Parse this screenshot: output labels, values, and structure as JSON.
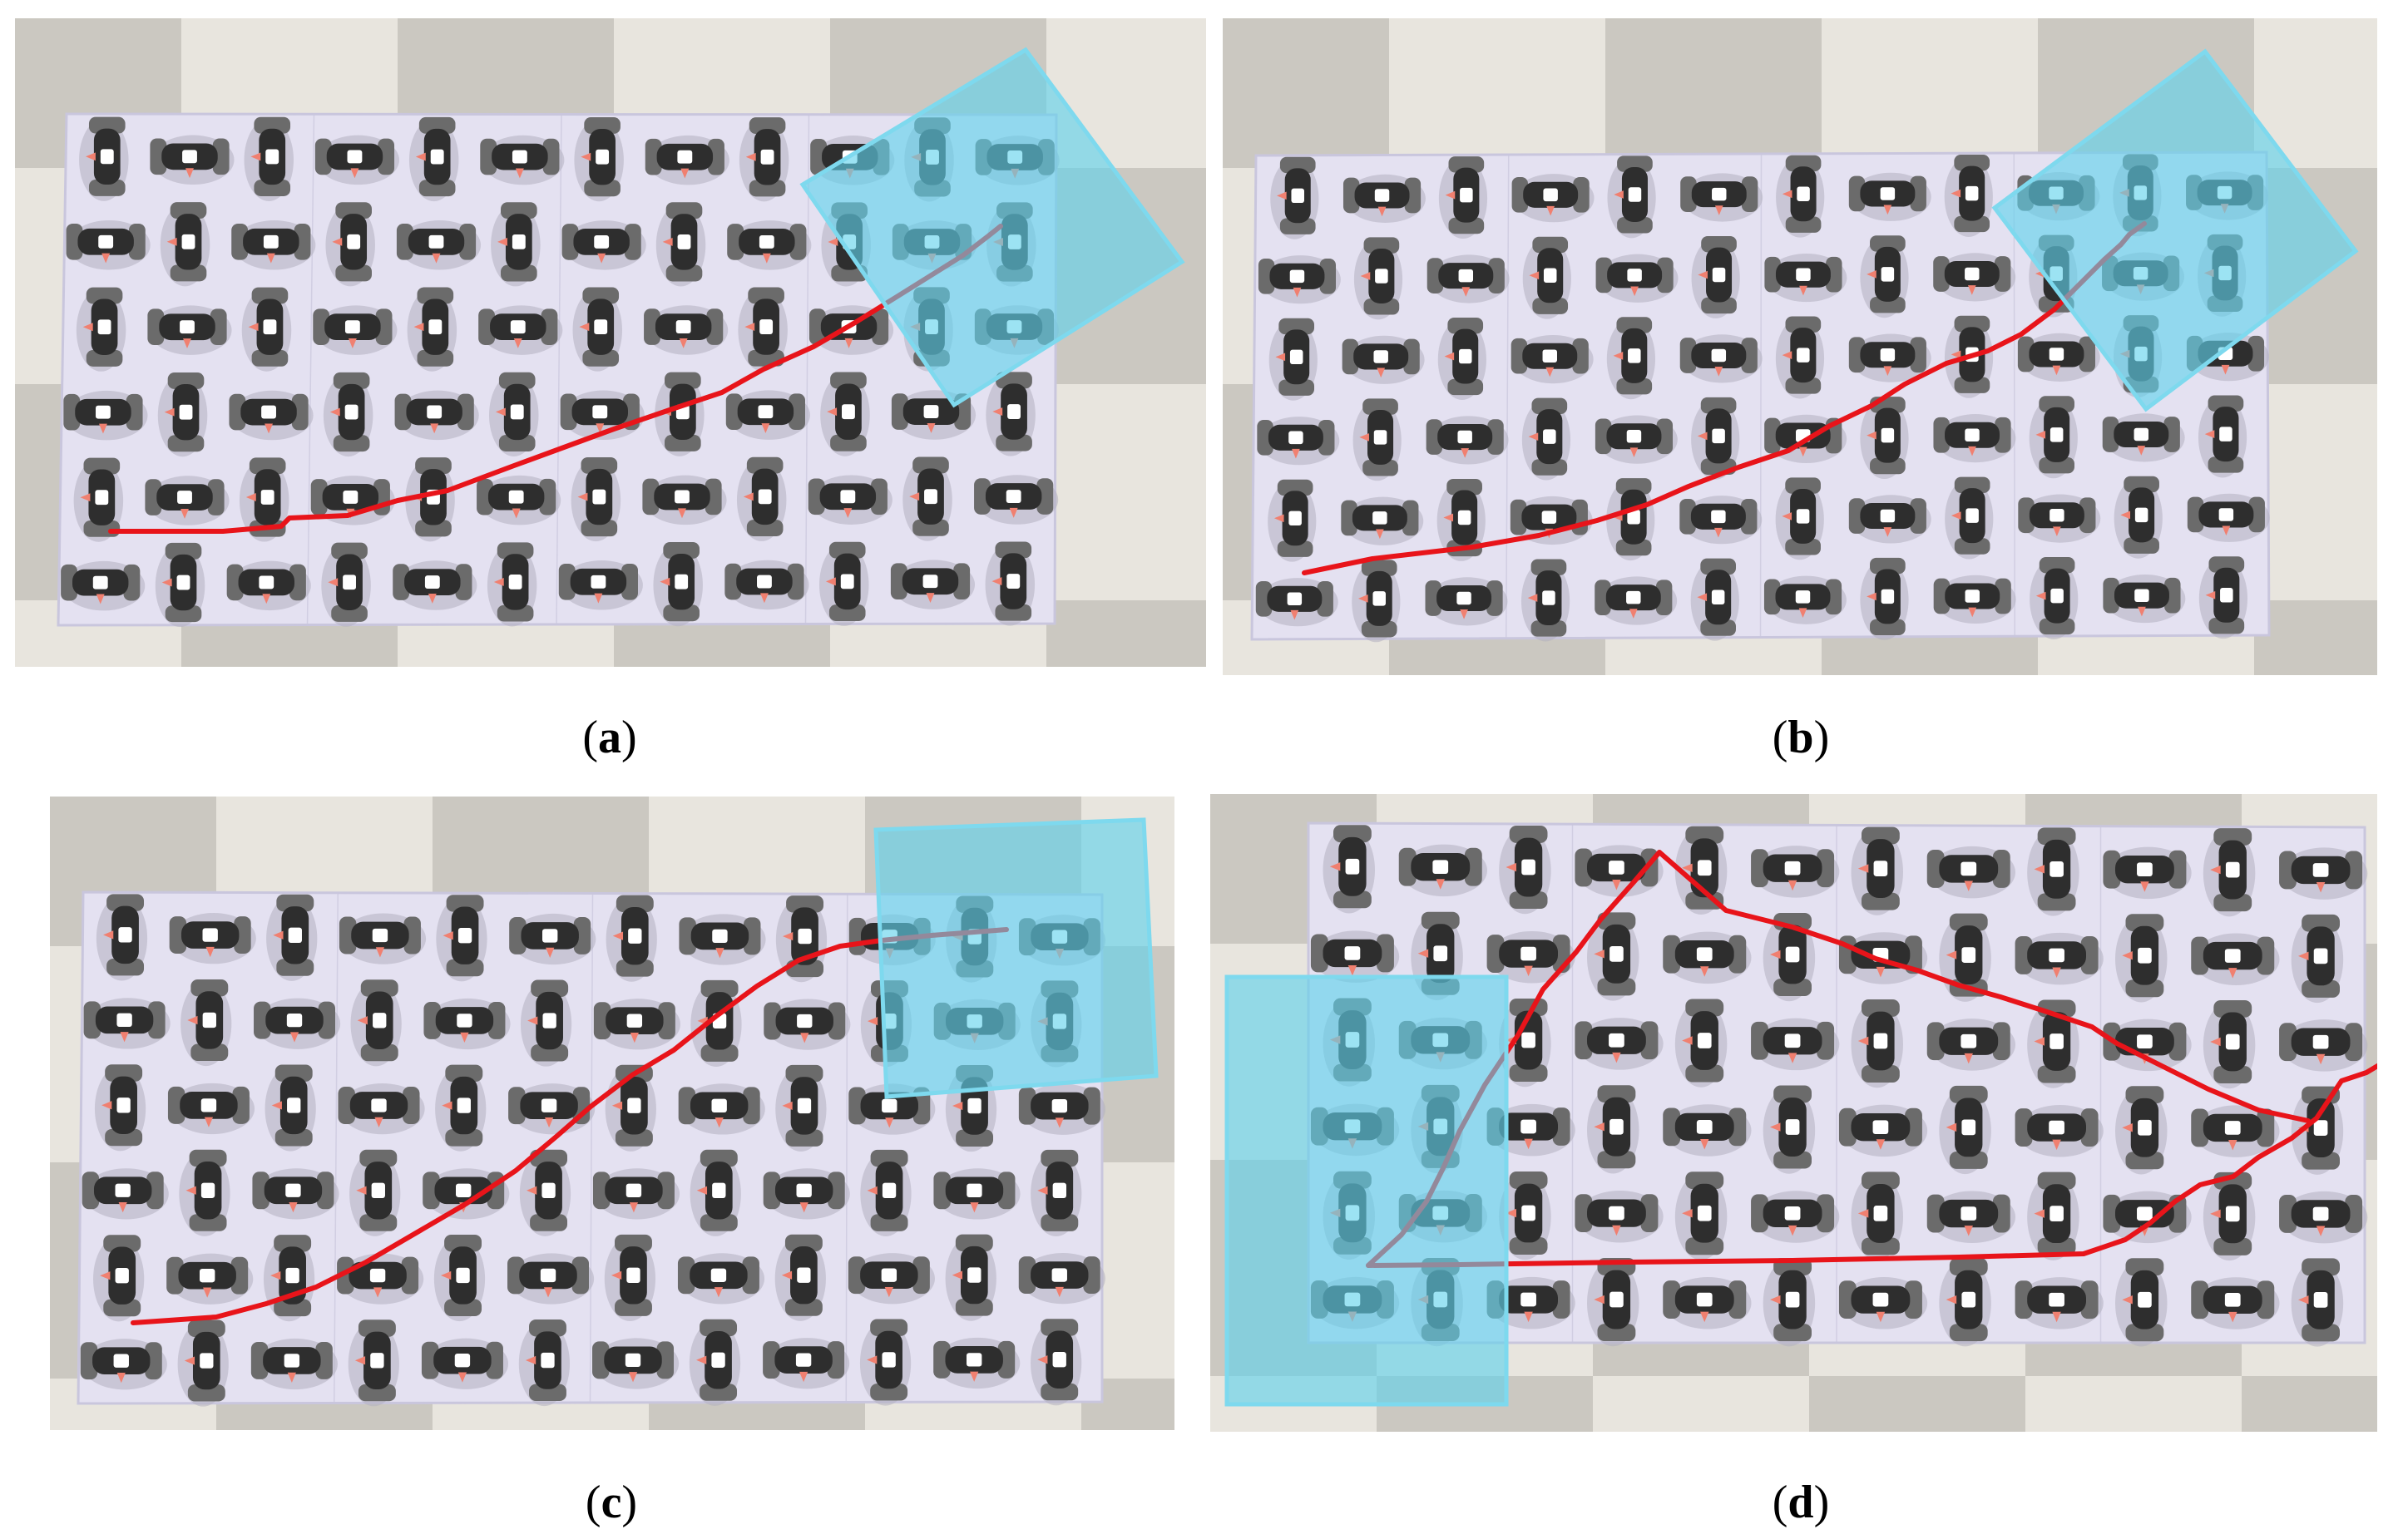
{
  "captions": [
    {
      "letter": "a"
    },
    {
      "letter": "b"
    },
    {
      "letter": "c"
    },
    {
      "letter": "d"
    }
  ],
  "colors": {
    "floor_light": "#e8e5de",
    "floor_dark": "#cbc8c1",
    "mat": "#e4e1f1",
    "mat_edge": "#c9c6dd",
    "module_body": "#2e2e2e",
    "module_wheel": "#6b6b6b",
    "module_shadow": "#b3b0bf",
    "module_marker": "#f08070",
    "module_center": "#ffffff",
    "path": "#e8141a",
    "obstacle_fill": "#5fd2ec",
    "obstacle_edge": "#7ed9ee"
  },
  "icons": {
    "module": "omni-wheel-module-icon",
    "obstacle": "cyan-block-obstacle",
    "trajectory": "red-trajectory-line"
  }
}
